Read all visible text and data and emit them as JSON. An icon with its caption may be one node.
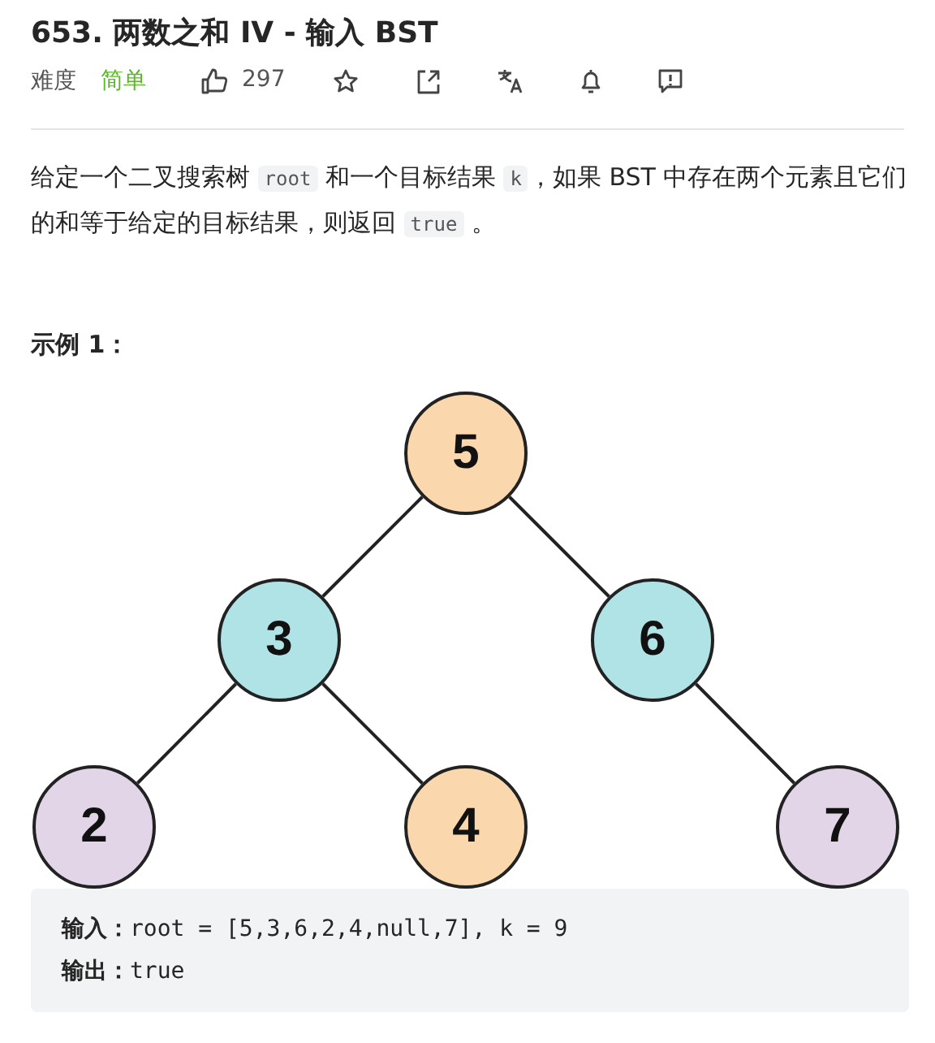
{
  "diagram": {
    "title": "653. 两数之和 IV - 输入 BST",
    "nodes": [
      {
        "text": [
          "5"
        ]
      },
      {
        "text": [
          "3"
        ]
      },
      {
        "text": [
          "6"
        ]
      },
      {
        "text": [
          "2"
        ]
      },
      {
        "text": [
          "4"
        ]
      },
      {
        "text": [
          "7"
        ]
      }
    ],
    "edges": [
      {
        "from": 0,
        "to": 1,
        "arrow": "none"
      },
      {
        "from": 0,
        "to": 2,
        "arrow": "none"
      },
      {
        "from": 1,
        "to": 3,
        "arrow": "none"
      },
      {
        "from": 1,
        "to": 4,
        "arrow": "none"
      },
      {
        "from": 2,
        "to": 5,
        "arrow": "none"
      }
    ],
    "labels": [
      "难度",
      "简单",
      "297",
      "给定一个二叉搜索树 root 和一个目标结果 k，如果 BST 中存在两个元素且它们的和等于给定的目标结果，则返回 true 。",
      "示例 1：",
      "**输入：**root = [5,3,6,2,4,null,7], k = 9",
      "**输出：**true"
    ]
  }
}
